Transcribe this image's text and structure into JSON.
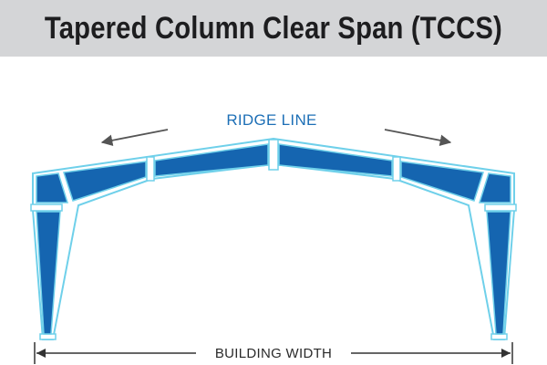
{
  "header": {
    "title": "Tapered Column Clear Span (TCCS)"
  },
  "diagram": {
    "ridge_label": "RIDGE LINE",
    "width_label": "BUILDING WIDTH",
    "colors": {
      "frame_fill": "#1565b0",
      "frame_outline": "#6fd0ea",
      "ridge_label": "#1d6fb6",
      "arrows": "#555555",
      "title_bar": "#d4d5d7"
    }
  }
}
